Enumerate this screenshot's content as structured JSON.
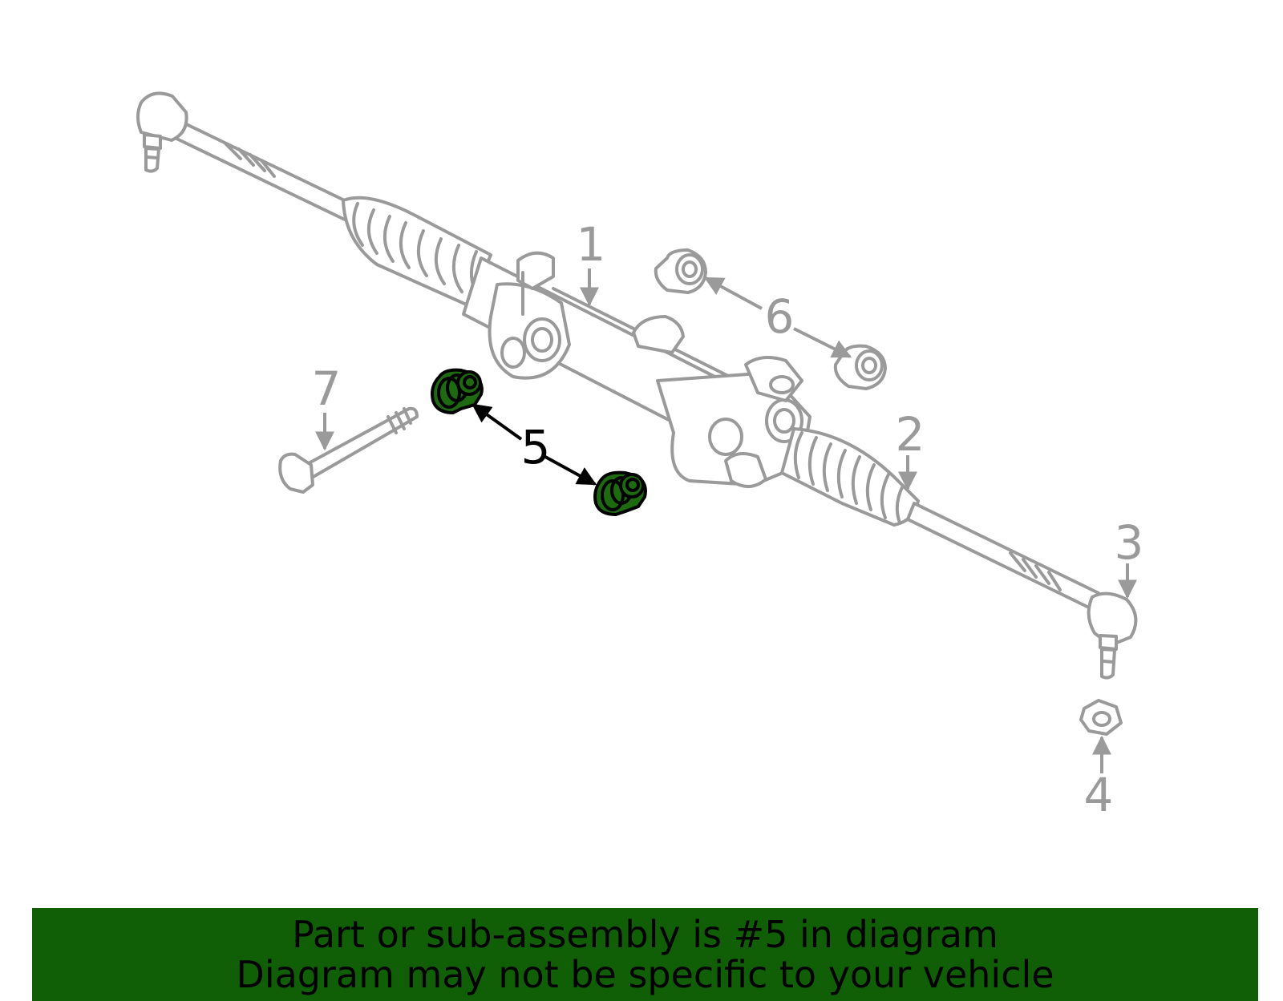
{
  "colors": {
    "line_art": "#9a9a9a",
    "highlight_part": "#1e6a10",
    "banner_background": "#105e05",
    "banner_text": "#000000"
  },
  "callouts": {
    "c1": "1",
    "c2": "2",
    "c3": "3",
    "c4": "4",
    "c5": "5",
    "c6": "6",
    "c7": "7"
  },
  "highlighted_callout": "5",
  "banner": {
    "line1": "Part or sub-assembly is #5 in diagram",
    "line2": "Diagram may not be specific to your vehicle"
  }
}
